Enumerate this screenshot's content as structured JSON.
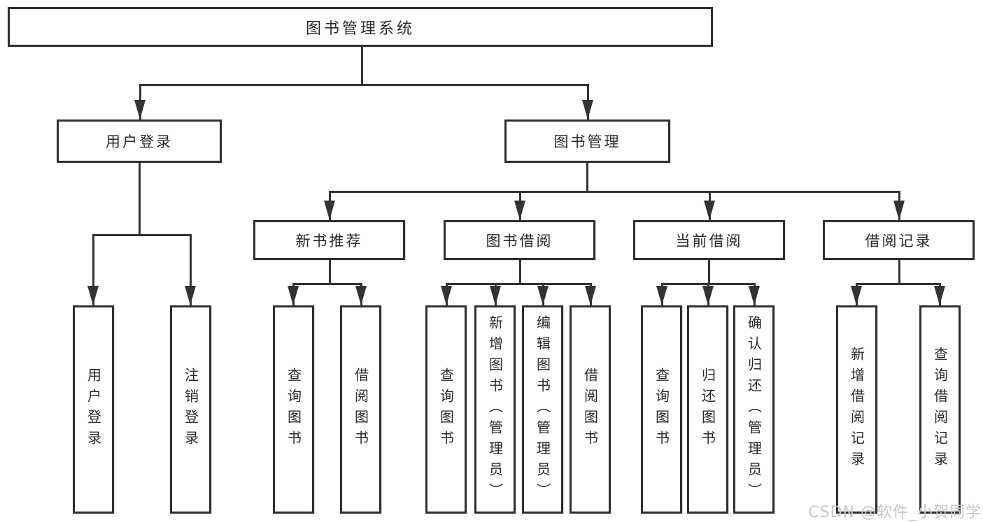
{
  "diagram": {
    "type": "tree",
    "root": {
      "label": "图书管理系统",
      "children": [
        {
          "label": "用户登录",
          "children": [
            {
              "label": "用户登录"
            },
            {
              "label": "注销登录"
            }
          ]
        },
        {
          "label": "图书管理",
          "children": [
            {
              "label": "新书推荐",
              "children": [
                {
                  "label": "查询图书"
                },
                {
                  "label": "借阅图书"
                }
              ]
            },
            {
              "label": "图书借阅",
              "children": [
                {
                  "label": "查询图书"
                },
                {
                  "label": "新增图书（管理员）"
                },
                {
                  "label": "编辑图书（管理员）"
                },
                {
                  "label": "借阅图书"
                }
              ]
            },
            {
              "label": "当前借阅",
              "children": [
                {
                  "label": "查询图书"
                },
                {
                  "label": "归还图书"
                },
                {
                  "label": "确认归还（管理员）"
                }
              ]
            },
            {
              "label": "借阅记录",
              "children": [
                {
                  "label": "新增借阅记录"
                },
                {
                  "label": "查询借阅记录"
                }
              ]
            }
          ]
        }
      ]
    }
  },
  "watermark": {
    "text": "CSDN @软件_小贺同学"
  },
  "colors": {
    "line": "#333333",
    "box_border": "#2f2f2f",
    "text": "#2a2a2a",
    "watermark": "#c6c6ca",
    "background": "#ffffff"
  }
}
